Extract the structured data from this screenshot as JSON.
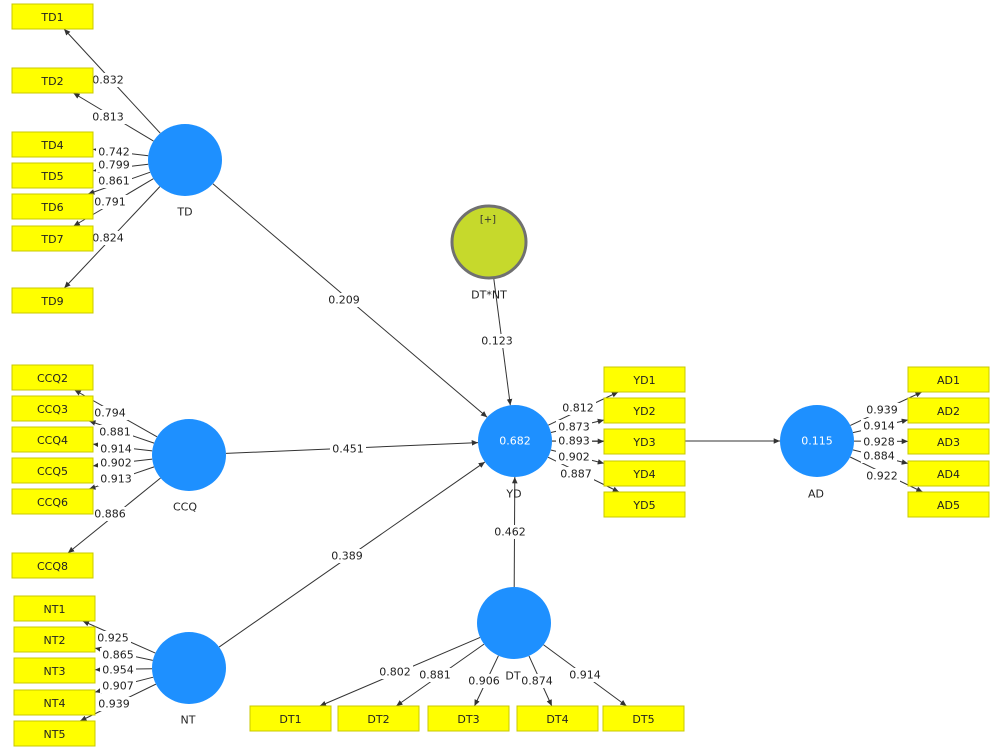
{
  "diagram": {
    "latents": [
      {
        "id": "TD",
        "label": "TD",
        "value": "",
        "moderator": false
      },
      {
        "id": "CCQ",
        "label": "CCQ",
        "value": "",
        "moderator": false
      },
      {
        "id": "NT",
        "label": "NT",
        "value": "",
        "moderator": false
      },
      {
        "id": "YD",
        "label": "YD",
        "value": "0.682",
        "moderator": false
      },
      {
        "id": "DT",
        "label": "DT",
        "value": "",
        "moderator": false
      },
      {
        "id": "AD",
        "label": "AD",
        "value": "0.115",
        "moderator": false
      },
      {
        "id": "DTNT",
        "label": "DT*NT",
        "value": "",
        "symbol": "[+]",
        "moderator": true
      }
    ],
    "indicators": [
      {
        "id": "TD1",
        "label": "TD1",
        "latent": "TD",
        "loading": "0.832"
      },
      {
        "id": "TD2",
        "label": "TD2",
        "latent": "TD",
        "loading": "0.813"
      },
      {
        "id": "TD4",
        "label": "TD4",
        "latent": "TD",
        "loading": "0.742"
      },
      {
        "id": "TD5",
        "label": "TD5",
        "latent": "TD",
        "loading": "0.799"
      },
      {
        "id": "TD6",
        "label": "TD6",
        "latent": "TD",
        "loading": "0.861"
      },
      {
        "id": "TD7",
        "label": "TD7",
        "latent": "TD",
        "loading": "0.791"
      },
      {
        "id": "TD9",
        "label": "TD9",
        "latent": "TD",
        "loading": "0.824"
      },
      {
        "id": "CCQ2",
        "label": "CCQ2",
        "latent": "CCQ",
        "loading": "0.794"
      },
      {
        "id": "CCQ3",
        "label": "CCQ3",
        "latent": "CCQ",
        "loading": "0.881"
      },
      {
        "id": "CCQ4",
        "label": "CCQ4",
        "latent": "CCQ",
        "loading": "0.914"
      },
      {
        "id": "CCQ5",
        "label": "CCQ5",
        "latent": "CCQ",
        "loading": "0.902"
      },
      {
        "id": "CCQ6",
        "label": "CCQ6",
        "latent": "CCQ",
        "loading": "0.913"
      },
      {
        "id": "CCQ8",
        "label": "CCQ8",
        "latent": "CCQ",
        "loading": "0.886"
      },
      {
        "id": "NT1",
        "label": "NT1",
        "latent": "NT",
        "loading": "0.925"
      },
      {
        "id": "NT2",
        "label": "NT2",
        "latent": "NT",
        "loading": "0.865"
      },
      {
        "id": "NT3",
        "label": "NT3",
        "latent": "NT",
        "loading": "0.954"
      },
      {
        "id": "NT4",
        "label": "NT4",
        "latent": "NT",
        "loading": "0.907"
      },
      {
        "id": "NT5",
        "label": "NT5",
        "latent": "NT",
        "loading": "0.939"
      },
      {
        "id": "YD1",
        "label": "YD1",
        "latent": "YD",
        "loading": "0.812"
      },
      {
        "id": "YD2",
        "label": "YD2",
        "latent": "YD",
        "loading": "0.873"
      },
      {
        "id": "YD3",
        "label": "YD3",
        "latent": "YD",
        "loading": "0.893"
      },
      {
        "id": "YD4",
        "label": "YD4",
        "latent": "YD",
        "loading": "0.902"
      },
      {
        "id": "YD5",
        "label": "YD5",
        "latent": "YD",
        "loading": "0.887"
      },
      {
        "id": "AD1",
        "label": "AD1",
        "latent": "AD",
        "loading": "0.939"
      },
      {
        "id": "AD2",
        "label": "AD2",
        "latent": "AD",
        "loading": "0.914"
      },
      {
        "id": "AD3",
        "label": "AD3",
        "latent": "AD",
        "loading": "0.928"
      },
      {
        "id": "AD4",
        "label": "AD4",
        "latent": "AD",
        "loading": "0.884"
      },
      {
        "id": "AD5",
        "label": "AD5",
        "latent": "AD",
        "loading": "0.922"
      },
      {
        "id": "DT1",
        "label": "DT1",
        "latent": "DT",
        "loading": "0.802"
      },
      {
        "id": "DT2",
        "label": "DT2",
        "latent": "DT",
        "loading": "0.881"
      },
      {
        "id": "DT3",
        "label": "DT3",
        "latent": "DT",
        "loading": "0.906"
      },
      {
        "id": "DT4",
        "label": "DT4",
        "latent": "DT",
        "loading": "0.874"
      },
      {
        "id": "DT5",
        "label": "DT5",
        "latent": "DT",
        "loading": "0.914"
      }
    ],
    "paths": [
      {
        "from": "TD",
        "to": "YD",
        "coef": "0.209"
      },
      {
        "from": "CCQ",
        "to": "YD",
        "coef": "0.451"
      },
      {
        "from": "NT",
        "to": "YD",
        "coef": "0.389"
      },
      {
        "from": "DTNT",
        "to": "YD",
        "coef": "0.123"
      },
      {
        "from": "DT",
        "to": "YD",
        "coef": "0.462"
      },
      {
        "from": "YD",
        "to": "AD",
        "coef": ""
      }
    ],
    "colors": {
      "latent": "#1e90ff",
      "moderator": "#c6d92c",
      "indicator": "#ffff00",
      "edge": "#333333"
    }
  }
}
